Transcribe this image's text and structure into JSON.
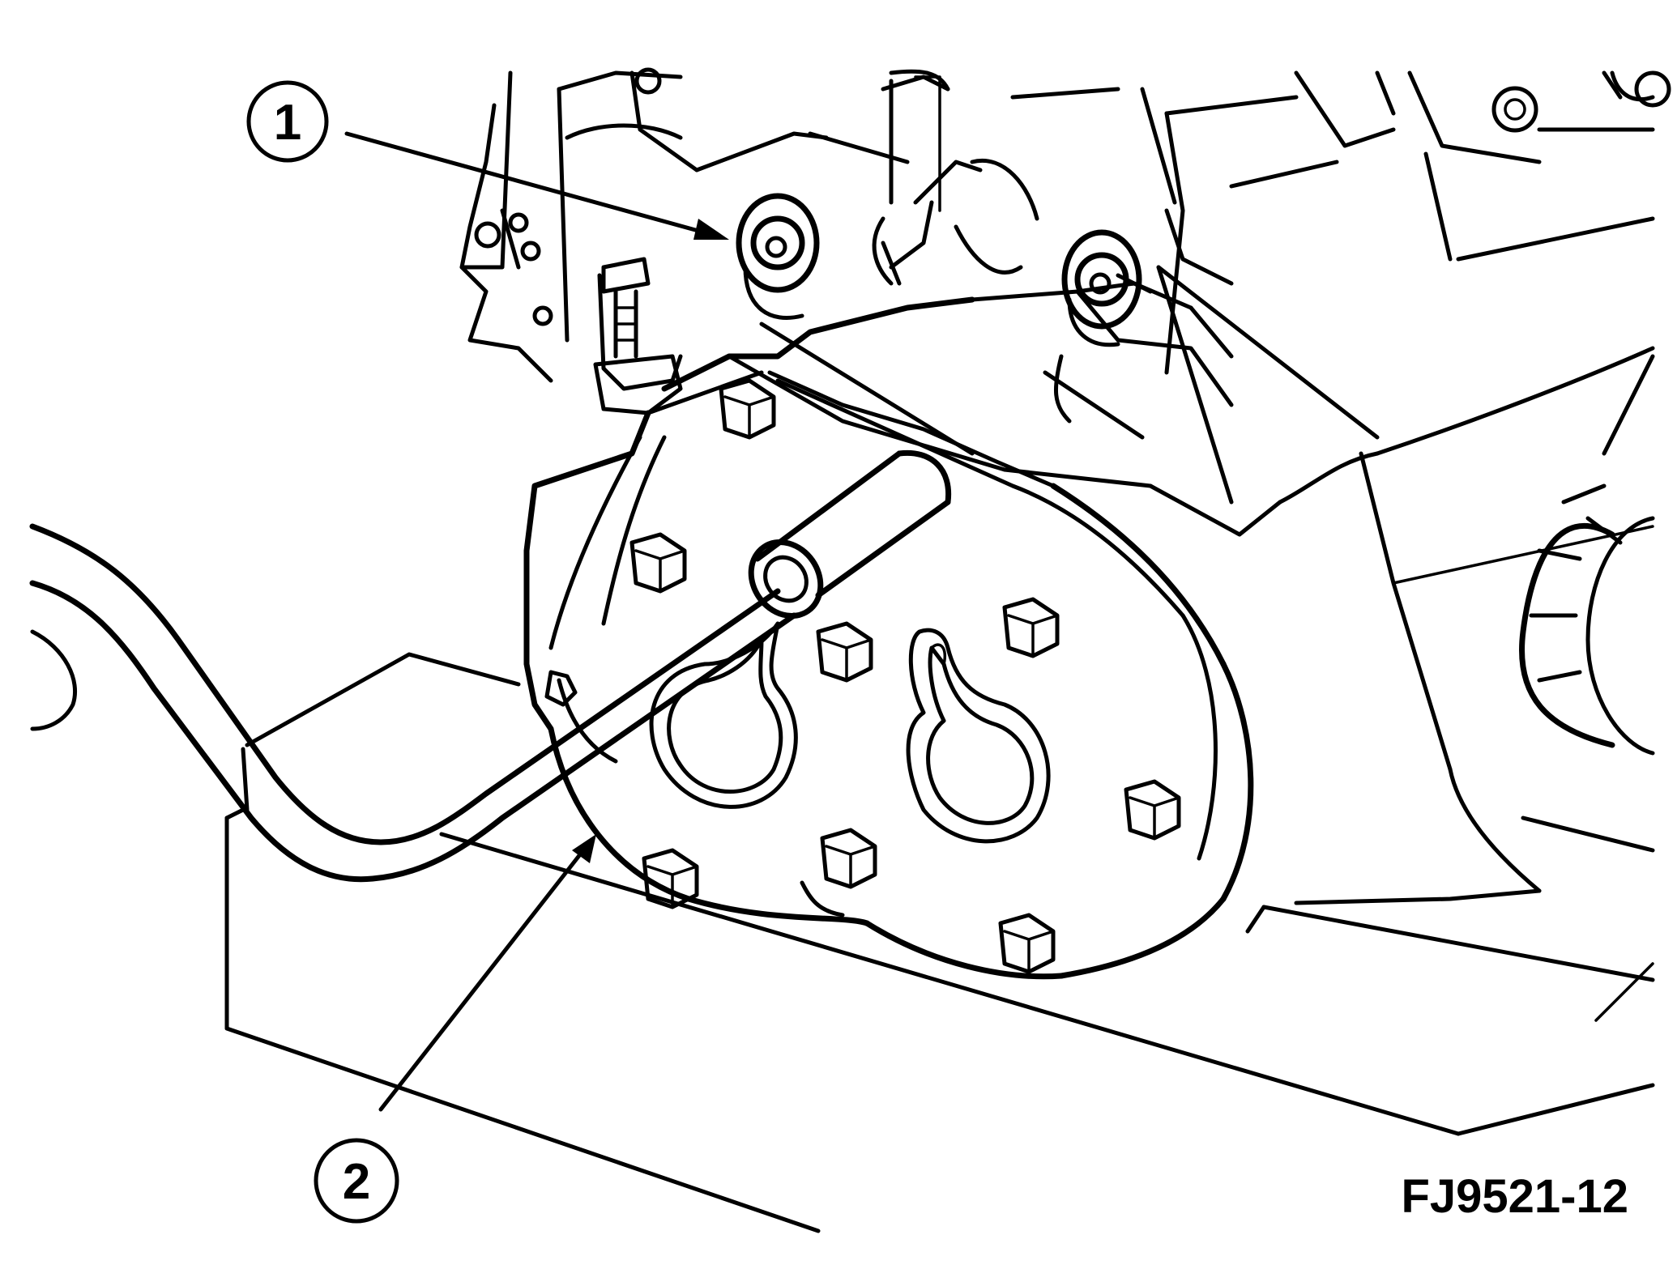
{
  "callouts": [
    {
      "label": "1"
    },
    {
      "label": "2"
    }
  ],
  "figure_id": "FJ9521-12",
  "colors": {
    "ink": "#000000",
    "paper": "#ffffff"
  }
}
